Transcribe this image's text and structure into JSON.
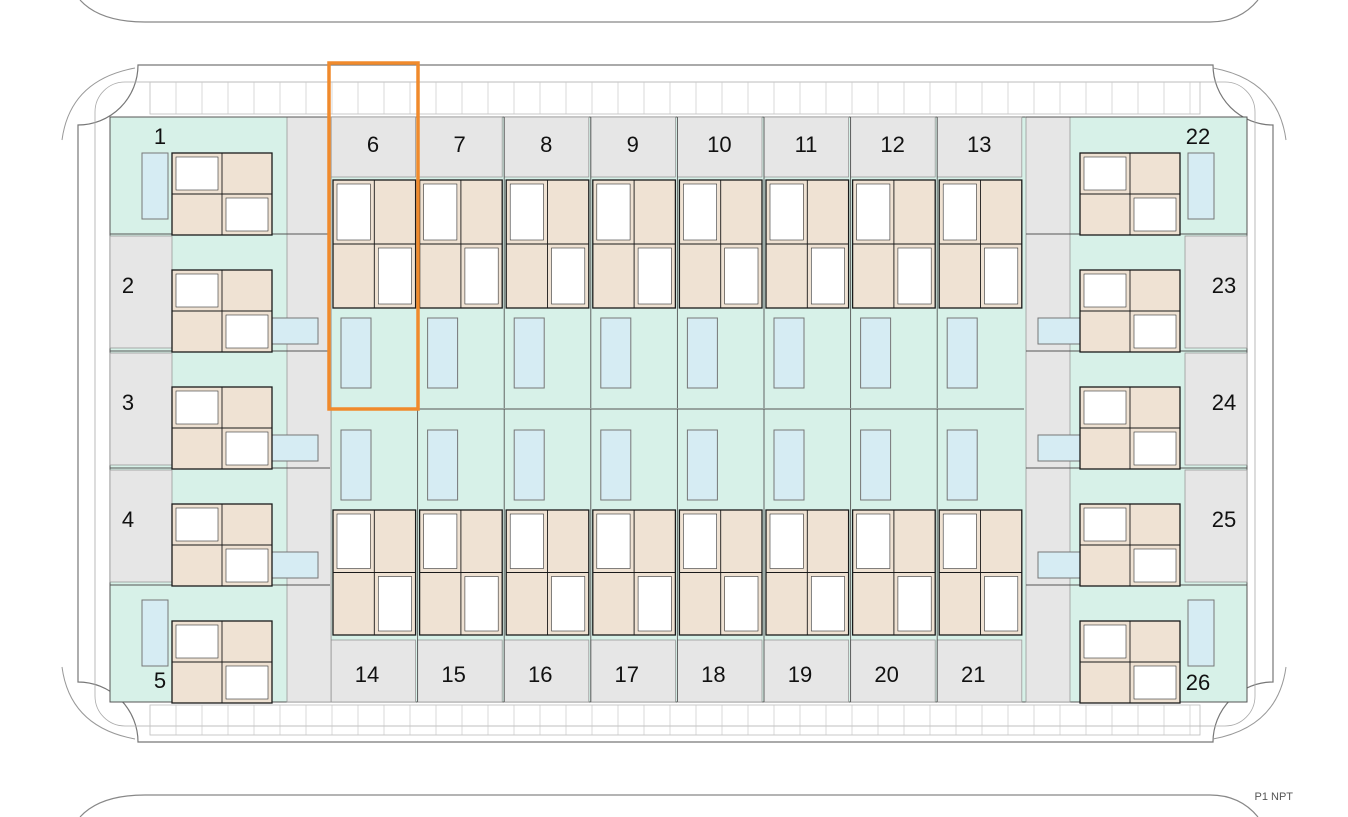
{
  "plan": {
    "sheet_tag": "P1 NPT",
    "highlighted_unit": "6",
    "colors": {
      "garden": "#d7f1e8",
      "pool": "#d6ecf3",
      "interior": "#efe2d3",
      "paving": "#e6e6e6",
      "wall": "#1a1a1a",
      "highlight": "#f08a2c"
    }
  },
  "units": {
    "left": [
      "1",
      "2",
      "3",
      "4",
      "5"
    ],
    "top": [
      "6",
      "7",
      "8",
      "9",
      "10",
      "11",
      "12",
      "13"
    ],
    "bottom": [
      "14",
      "15",
      "16",
      "17",
      "18",
      "19",
      "20",
      "21"
    ],
    "right": [
      "22",
      "23",
      "24",
      "25",
      "26"
    ]
  }
}
